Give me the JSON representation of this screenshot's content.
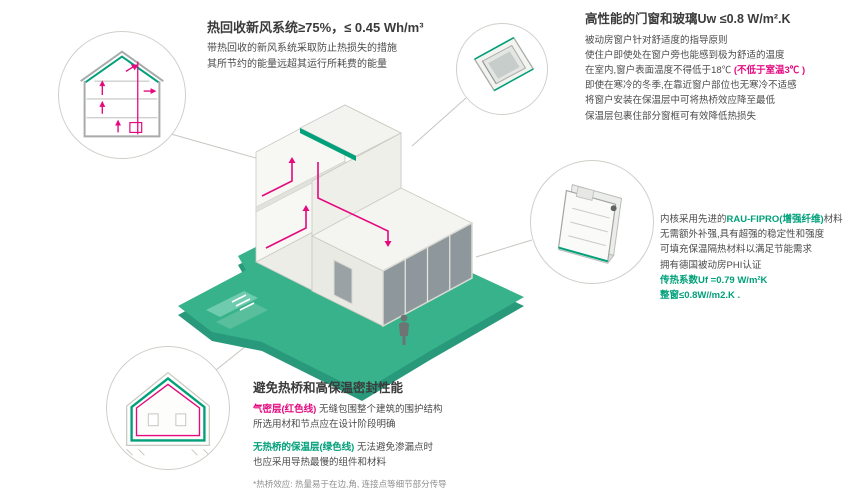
{
  "colors": {
    "teal": "#00A07A",
    "pink": "#E5097F",
    "dark_text": "#3B3B3B",
    "body_text": "#4B4B4B",
    "ground_green": "#38B28B",
    "connector_gray": "#C6C6C0"
  },
  "vent": {
    "heading": "热回收新风系统≥75%，≤ 0.45 Wh/m³",
    "line1": "带热回收的新风系统采取防止热损失的措施",
    "line2": "其所节约的能量远超其运行所耗费的能量"
  },
  "windows": {
    "heading": "高性能的门窗和玻璃Uw ≤0.8 W/m².K",
    "line1": "被动房窗户针对舒适度的指导原则",
    "line2": "使住户即使处在窗户旁也能感到极为舒适的温度",
    "line3a": "在室内,窗户表面温度不得低于18℃ ",
    "line3b": "(不低于室温3℃ )",
    "line4": "即使在寒冷的冬季,在靠近窗户部位也无寒冷不适感",
    "line5": "将窗户安装在保温层中可将热桥效应降至最低",
    "line6": "保温层包裹住部分窗框可有效降低热损失"
  },
  "profile": {
    "line1a": "内核采用先进的",
    "line1b": "RAU-FIPRO(增强纤维)",
    "line1c": "材料",
    "line2": "无需额外补强,具有超强的稳定性和强度",
    "line3": "可填充保温隔热材料以满足节能需求",
    "line4": "拥有德国被动房PHI认证",
    "line5": "传热系数Uf =0.79 W/m²K",
    "line6": "整窗≤0.8W//m2.K ."
  },
  "thermal": {
    "heading": "避免热桥和高保温密封性能",
    "line1a": "气密层(红色线)",
    "line1b": " 无缝包围整个建筑的围护结构",
    "line2": "所选用材和节点应在设计阶段明确",
    "line3a": "无热桥的保温层(绿色线)",
    "line3b": " 无法避免渗漏点时",
    "line4": "也应采用导热最慢的组件和材料",
    "footnote": "*热桥效应: 热量易于在边,角, 连接点等细节部分传导"
  },
  "illustrations": {
    "main": "passive-house-isometric-cutaway",
    "vent_circle": "house-cross-section-ventilation",
    "window_circle": "window-corner-detail",
    "profile_circle": "window-frame-profile",
    "thermal_circle": "house-envelope-insulation-lines"
  }
}
